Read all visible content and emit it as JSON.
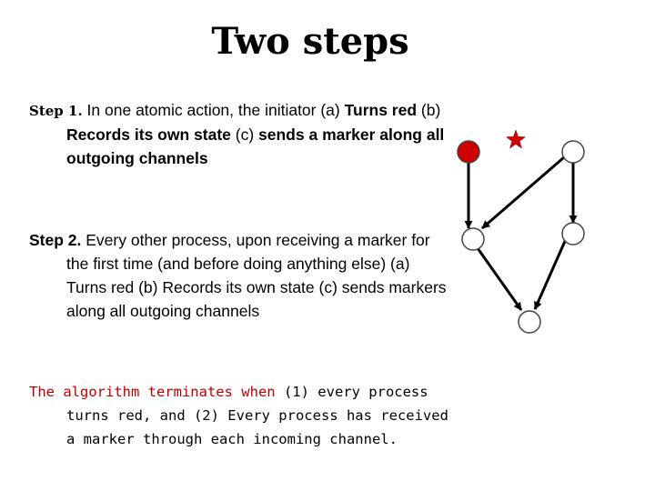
{
  "slide": {
    "title": "Two steps"
  },
  "step1": {
    "label": "Step 1.",
    "t1": " In one atomic action, the initiator (a) ",
    "b1": "Turns red",
    "t2": " (b) ",
    "b2": "Records its own state",
    "t3": " (c) ",
    "b3": "sends a marker along all outgoing channels"
  },
  "step2": {
    "label": "Step 2.",
    "text": " Every other process, upon receiving a marker for the first time (and before doing anything else) (a) Turns red (b) Records its own state (c) sends markers along all outgoing channels"
  },
  "termination": {
    "lead": "The algorithm terminates when",
    "rest": " (1) every process turns red, and (2) Every process has received a marker through each incoming channel."
  },
  "diagram": {
    "node_fill_initiator": "#cc0000",
    "node_fill_other": "#ffffff",
    "marker_color": "#cc0000",
    "marker_icon": "star-icon"
  }
}
